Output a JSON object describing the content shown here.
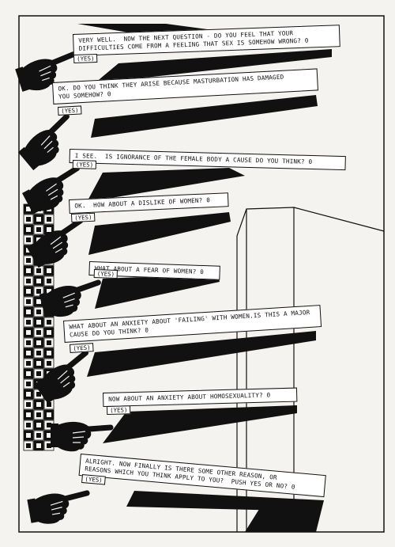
{
  "questions": [
    {
      "text": "VERY WELL.  NOW THE NEXT QUESTION - DO YOU FEEL THAT YOUR\nDIFFICULTIES COME FROM A FEELING THAT SEX IS SOMEHOW WRONG? 0",
      "yes": "(YES)"
    },
    {
      "text": "OK. DO YOU THINK THEY ARISE BECAUSE MASTURBATION HAS DAMAGED\nYOU SOMEHOW? 0",
      "yes": "(YES)"
    },
    {
      "text": "I SEE.  IS IGNORANCE OF THE FEMALE BODY A CAUSE DO YOU THINK? 0",
      "yes": "(YES)"
    },
    {
      "text": "OK.  HOW ABOUT A DISLIKE OF WOMEN? 0",
      "yes": "(YES)"
    },
    {
      "text": "WHAT ABOUT A FEAR OF WOMEN? 0",
      "yes": "(YES)"
    },
    {
      "text": "WHAT ABOUT AN ANXIETY ABOUT 'FAILING' WITH WOMEN.IS THIS A MAJOR\nCAUSE DO YOU THINK? 0",
      "yes": "(YES)"
    },
    {
      "text": "NOW ABOUT AN ANXIETY ABOUT HOMOSEXUALITY? 0",
      "yes": "(YES)"
    },
    {
      "text": "ALRIGHT. NOW FINALLY IS THERE SOME OTHER REASON, OR\nREASONS WHICH YOU THINK APPLY TO YOU?  PUSH YES OR NO? 0",
      "yes": "(YES)"
    }
  ],
  "colors": {
    "ink": "#111111",
    "paper": "#f4f3ef",
    "box": "#ffffff"
  },
  "icons": [
    "pointing-hand-icon"
  ]
}
